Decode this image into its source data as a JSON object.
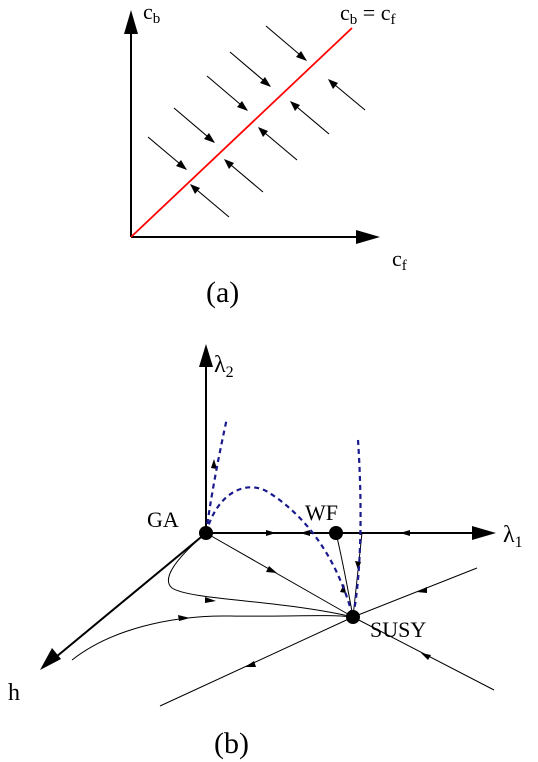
{
  "panel_a": {
    "caption": "(a)",
    "y_axis": {
      "main": "c",
      "sub": "b"
    },
    "x_axis": {
      "main": "c",
      "sub": "f"
    },
    "line_label": {
      "lhs_main": "c",
      "lhs_sub": "b",
      "eq": " = ",
      "rhs_main": "c",
      "rhs_sub": "f"
    },
    "line_color": "#ff0000"
  },
  "panel_b": {
    "caption": "(b)",
    "axis_lambda2": {
      "main": "λ",
      "sub": "2"
    },
    "axis_lambda1": {
      "main": "λ",
      "sub": "1"
    },
    "axis_h": "h",
    "fixed_points": [
      "GA",
      "WF",
      "SUSY"
    ],
    "dashed_color": "#1a1a8c"
  }
}
